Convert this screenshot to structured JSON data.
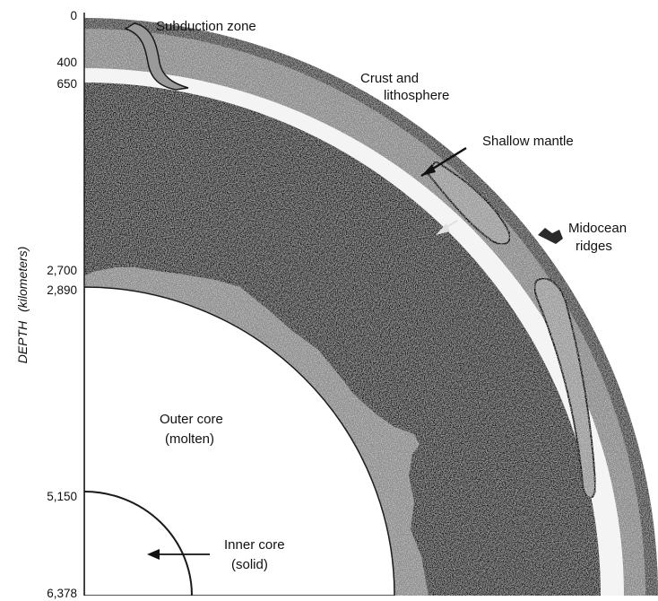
{
  "axis": {
    "title": "DEPTH",
    "unit": "(kilometers)",
    "ticks": [
      "0",
      "400",
      "650",
      "2,700",
      "2,890",
      "5,150",
      "6,378"
    ]
  },
  "labels": {
    "subduction": "Subduction zone",
    "crust_line1": "Crust and",
    "crust_line2": "lithosphere",
    "shallow_mantle": "Shallow mantle",
    "midocean_line1": "Midocean",
    "midocean_line2": "ridges",
    "outer_core_line1": "Outer core",
    "outer_core_line2": "(molten)",
    "inner_core_line1": "Inner core",
    "inner_core_line2": "(solid)"
  },
  "colors": {
    "deep_mantle": "#151515",
    "shallow_mantle": "#8c8c8c",
    "core": "#ffffff",
    "ink": "#111111"
  }
}
